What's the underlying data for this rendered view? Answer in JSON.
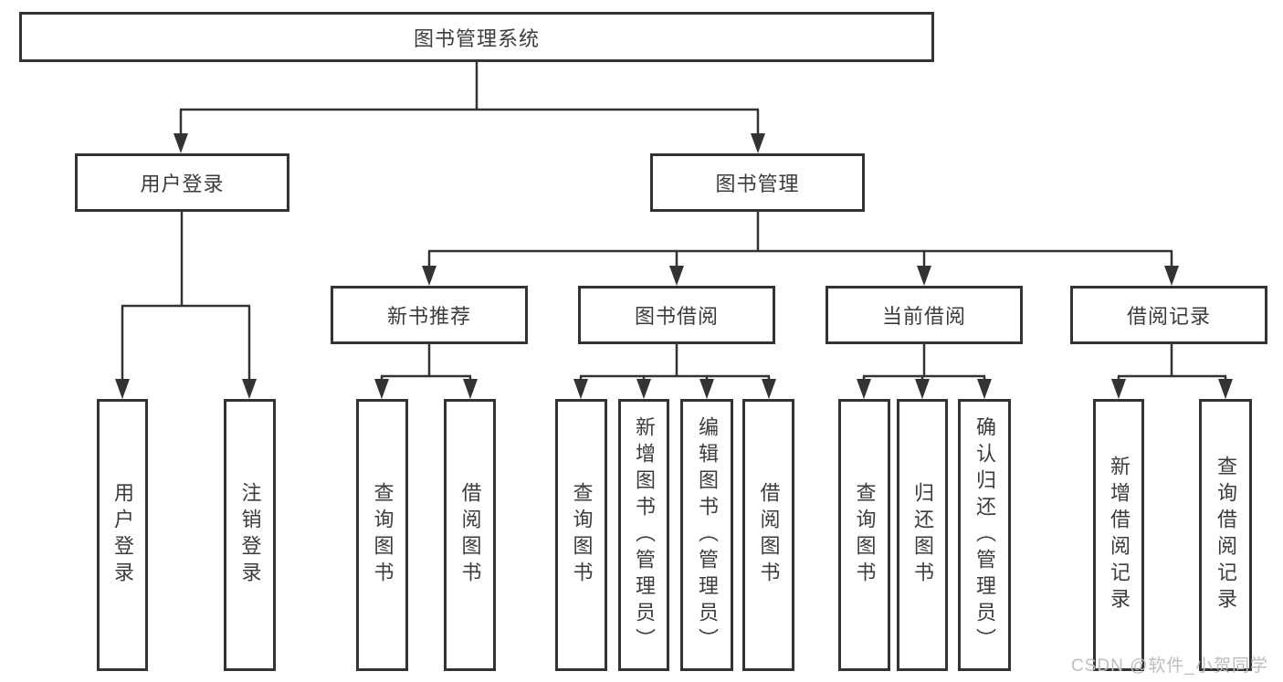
{
  "diagram": {
    "root": {
      "label": "图书管理系统"
    },
    "level1": [
      {
        "label": "用户登录",
        "children": [
          "用户登录",
          "注销登录"
        ]
      },
      {
        "label": "图书管理",
        "groups": [
          {
            "label": "新书推荐",
            "children": [
              "查询图书",
              "借阅图书"
            ]
          },
          {
            "label": "图书借阅",
            "children": [
              "查询图书",
              "新增图书（管理员）",
              "编辑图书（管理员）",
              "借阅图书"
            ]
          },
          {
            "label": "当前借阅",
            "children": [
              "查询图书",
              "归还图书",
              "确认归还（管理员）"
            ]
          },
          {
            "label": "借阅记录",
            "children": [
              "新增借阅记录",
              "查询借阅记录"
            ]
          }
        ]
      }
    ]
  },
  "colors": {
    "line": "#333333",
    "text": "#3c3c3c",
    "watermark": "#bdbdbd"
  },
  "watermark": {
    "text": "CSDN @软件_小贺同学"
  }
}
